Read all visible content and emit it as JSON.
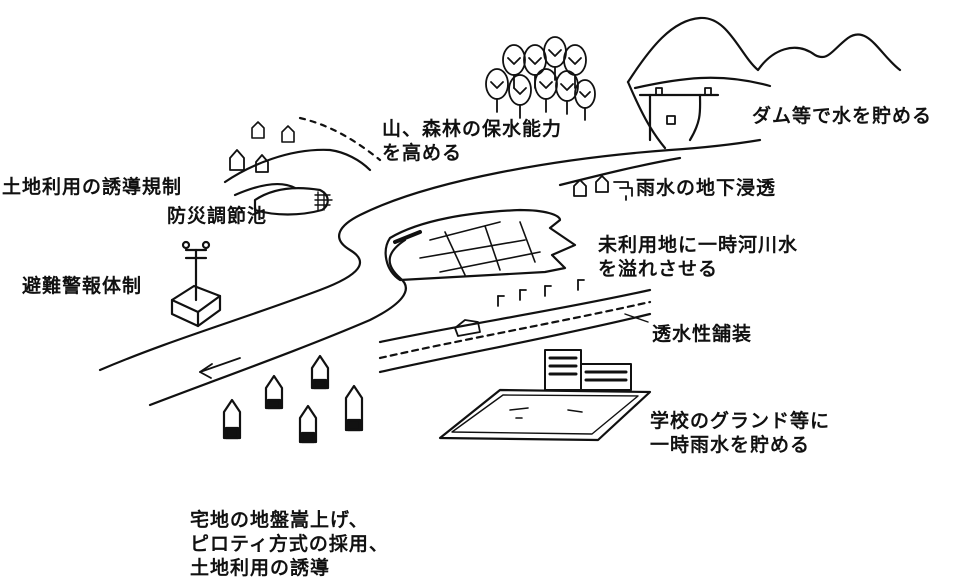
{
  "labels": {
    "dam": "ダム等で水を貯める",
    "forest_line1": "山、森林の保水能力",
    "forest_line2": "を高める",
    "land_use": "土地利用の誘導規制",
    "pond": "防災調節池",
    "infiltration": "雨水の地下浸透",
    "flood_line1": "未利用地に一時河川水",
    "flood_line2": "を溢れさせる",
    "warning": "避難警報体制",
    "pavement": "透水性舗装",
    "school_line1": "学校のグランド等に",
    "school_line2": "一時雨水を貯める",
    "house_line1": "宅地の地盤嵩上げ、",
    "house_line2": "ピロティ方式の採用、",
    "house_line3": "土地利用の誘導"
  },
  "colors": {
    "ink": "#111111",
    "background": "#ffffff"
  }
}
